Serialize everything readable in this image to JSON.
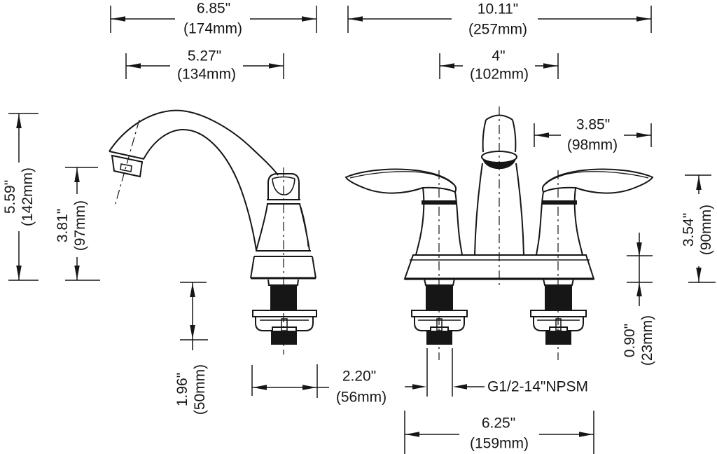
{
  "diagram": {
    "ink_color": "#161616",
    "background_color": "#ffffff",
    "dimensions": {
      "d685": {
        "in": "6.85\"",
        "mm": "(174mm)"
      },
      "d527": {
        "in": "5.27\"",
        "mm": "(134mm)"
      },
      "d1011": {
        "in": "10.11\"",
        "mm": "(257mm)"
      },
      "d4": {
        "in": "4\"",
        "mm": "(102mm)"
      },
      "d385": {
        "in": "3.85\"",
        "mm": "(98mm)"
      },
      "d559": {
        "in": "5.59\"",
        "mm": "(142mm)"
      },
      "d381": {
        "in": "3.81\"",
        "mm": "(97mm)"
      },
      "d196": {
        "in": "1.96\"",
        "mm": "(50mm)"
      },
      "d220": {
        "in": "2.20\"",
        "mm": "(56mm)"
      },
      "d625": {
        "in": "6.25\"",
        "mm": "(159mm)"
      },
      "d354": {
        "in": "3.54\"",
        "mm": "(90mm)"
      },
      "d090": {
        "in": "0.90\"",
        "mm": "(23mm)"
      },
      "thread": {
        "spec": "G1/2-14\"NPSM"
      }
    }
  }
}
